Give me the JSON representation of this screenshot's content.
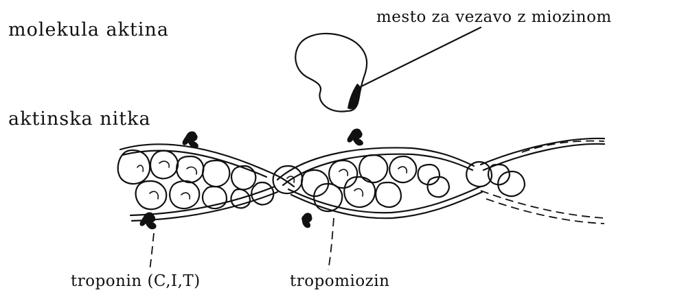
{
  "labels": {
    "molecule": "molekula aktina",
    "binding_site": "mesto za vezavo z miozinom",
    "filament": "aktinska nitka",
    "troponin": "troponin (C,I,T)",
    "tropomyosin": "tropomiozin"
  },
  "colors": {
    "ink": "#111111",
    "background": "#ffffff"
  }
}
